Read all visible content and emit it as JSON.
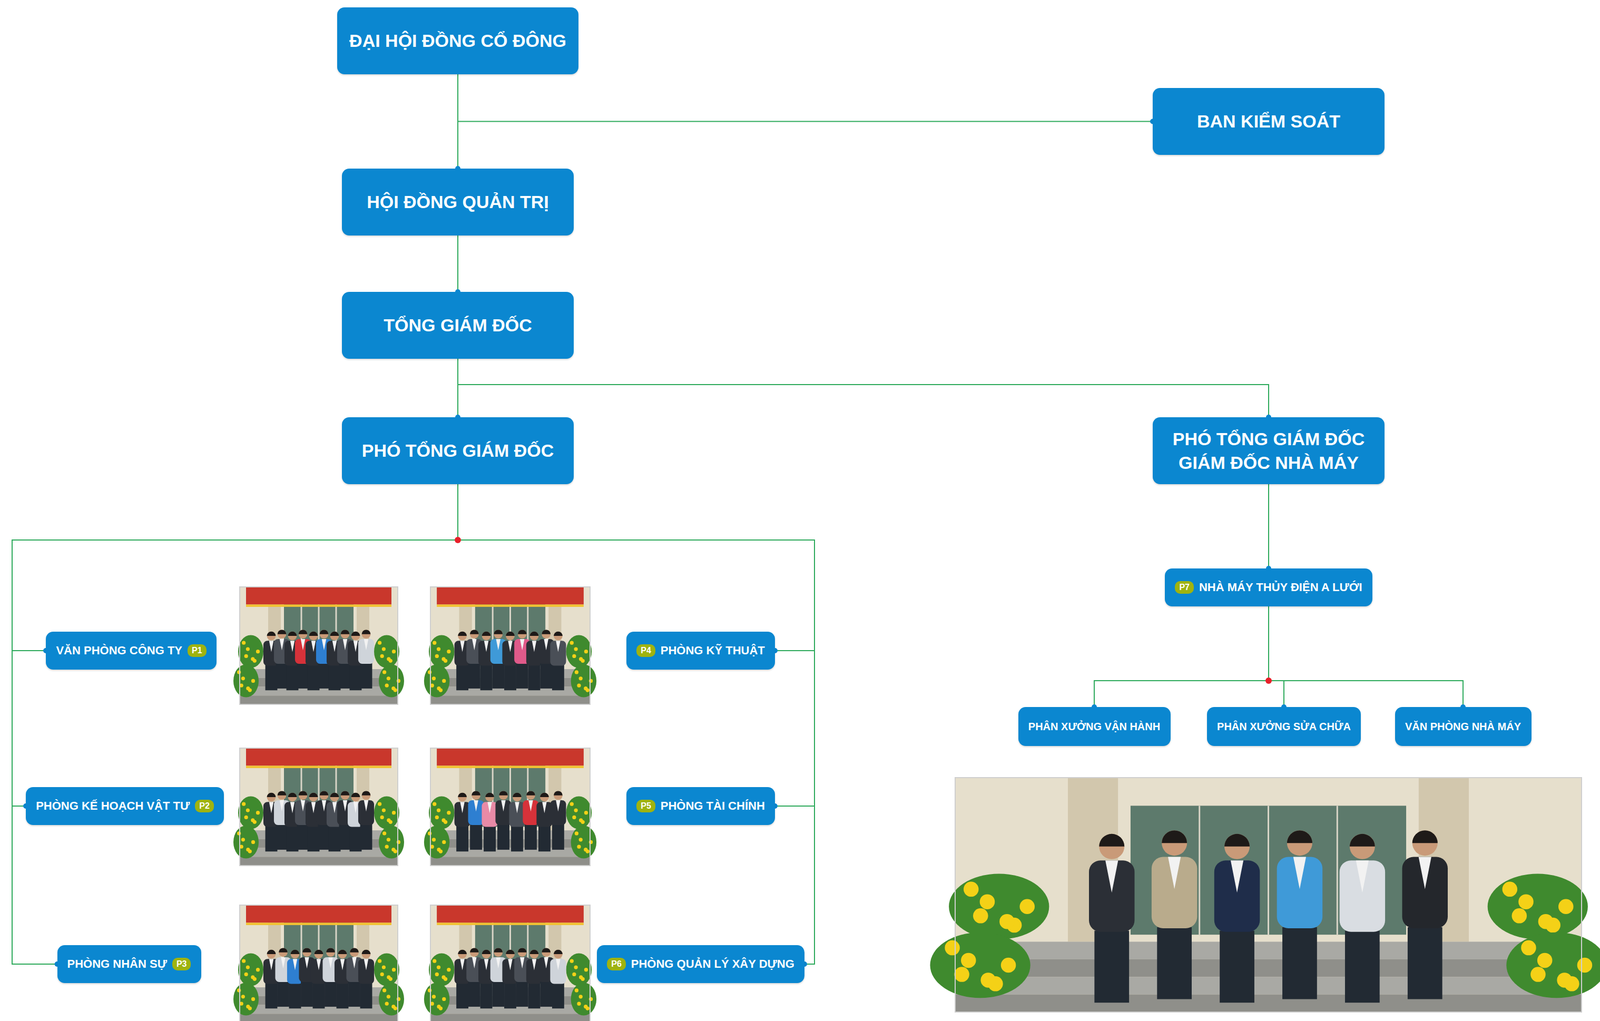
{
  "diagram": {
    "nodes": [
      {
        "text": [
          "ĐẠI HỘI ĐỒNG CỔ ĐÔNG"
        ]
      },
      {
        "text": [
          "BAN KIỂM SOÁT"
        ]
      },
      {
        "text": [
          "HỘI ĐỒNG QUẢN TRỊ"
        ]
      },
      {
        "text": [
          "TỔNG GIÁM ĐỐC"
        ]
      },
      {
        "text": [
          "PHÓ TỔNG GIÁM ĐỐC"
        ]
      },
      {
        "text": [
          "PHÓ TỔNG GIÁM ĐỐC GIÁM ĐỐC NHÀ MÁY"
        ]
      },
      {
        "text": [
          "VĂN PHÒNG CÔNG TY"
        ]
      },
      {
        "text": [
          "PHÒNG KẾ HOẠCH VẬT TƯ"
        ]
      },
      {
        "text": [
          "PHÒNG NHÂN SỰ"
        ]
      },
      {
        "text": [
          "PHÒNG KỸ THUẬT"
        ]
      },
      {
        "text": [
          "PHÒNG TÀI CHÍNH"
        ]
      },
      {
        "text": [
          "PHÒNG QUẢN LÝ XÂY DỰNG"
        ]
      },
      {
        "text": [
          "NHÀ MÁY THỦY ĐIỆN A LƯỚI"
        ]
      },
      {
        "text": [
          "PHÂN XƯỞNG VẬN HÀNH"
        ]
      },
      {
        "text": [
          "PHÂN XƯỞNG SỬA CHỮA"
        ]
      },
      {
        "text": [
          "VĂN PHÒNG NHÀ MÁY"
        ]
      }
    ],
    "edges": [
      {
        "from": 0,
        "to": 2,
        "arrow": "none"
      },
      {
        "from": 0,
        "to": 1,
        "arrow": "none"
      },
      {
        "from": 2,
        "to": 3,
        "arrow": "none"
      },
      {
        "from": 3,
        "to": 4,
        "arrow": "none"
      },
      {
        "from": 3,
        "to": 5,
        "arrow": "none"
      },
      {
        "from": 4,
        "to": 6,
        "arrow": "none"
      },
      {
        "from": 4,
        "to": 7,
        "arrow": "none"
      },
      {
        "from": 4,
        "to": 8,
        "arrow": "none"
      },
      {
        "from": 4,
        "to": 9,
        "arrow": "none"
      },
      {
        "from": 4,
        "to": 10,
        "arrow": "none"
      },
      {
        "from": 4,
        "to": 11,
        "arrow": "none"
      },
      {
        "from": 5,
        "to": 12,
        "arrow": "none"
      },
      {
        "from": 12,
        "to": 13,
        "arrow": "none"
      },
      {
        "from": 12,
        "to": 14,
        "arrow": "none"
      },
      {
        "from": 12,
        "to": 15,
        "arrow": "none"
      }
    ],
    "labels": [
      "P1",
      "P2",
      "P3",
      "P4",
      "P5",
      "P6",
      "P7"
    ]
  }
}
